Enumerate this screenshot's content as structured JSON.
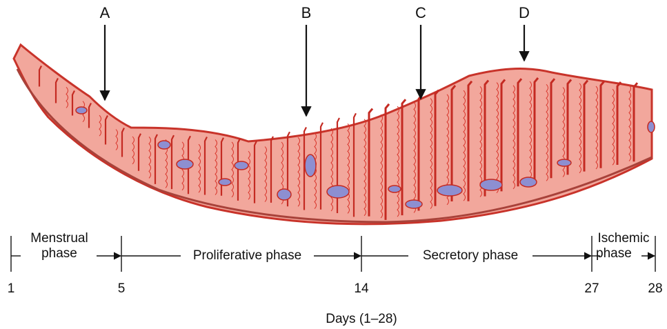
{
  "markers": [
    {
      "id": "marker-a",
      "label": "A"
    },
    {
      "id": "marker-b",
      "label": "B"
    },
    {
      "id": "marker-c",
      "label": "C"
    },
    {
      "id": "marker-d",
      "label": "D"
    }
  ],
  "phases": {
    "menstrual": {
      "line1": "Menstrual",
      "line2": "phase"
    },
    "proliferative": {
      "label": "Proliferative phase"
    },
    "secretory": {
      "label": "Secretory phase"
    },
    "ischemic": {
      "line1": "Ischemic",
      "line2": "phase"
    }
  },
  "days": {
    "day_1": "1",
    "day_5": "5",
    "day_14": "14",
    "day_27": "27",
    "day_28": "28",
    "axis_label": "Days (1–28)"
  },
  "colors": {
    "tissue_fill": "#f2a79c",
    "tissue_outline": "#c8332a",
    "gland": "#c42a22",
    "vessel": "#d9362c",
    "pool": "#8d8fd1",
    "basal": "#a8423a",
    "line": "#111111"
  }
}
